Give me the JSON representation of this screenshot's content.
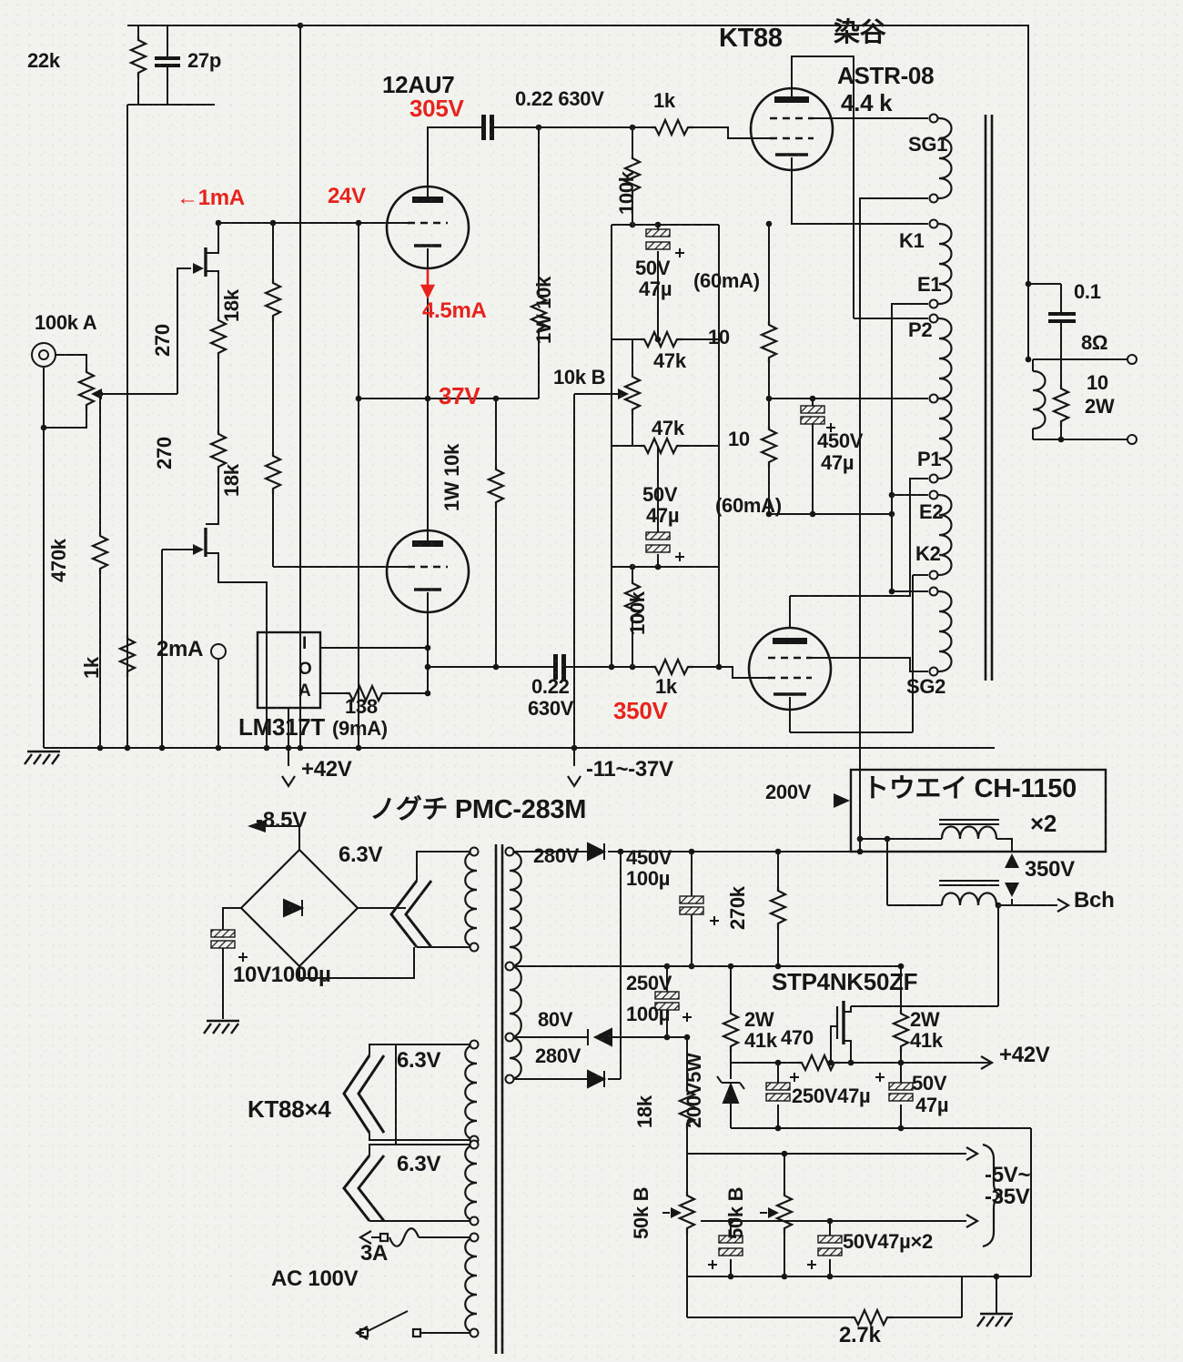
{
  "colors": {
    "ink": "#161616",
    "red": "#e8221c",
    "paper": "#f2f3ee"
  },
  "labels": {
    "t22k": "22k",
    "t27p": "27p",
    "t12au7": "12AU7",
    "t305v": "305V",
    "t022a": "0.22 630V",
    "t1ktop": "1k",
    "tkt88": "KT88",
    "tsomeya": "染谷",
    "tastr": "ASTR-08",
    "t44k": "4.4 k",
    "tsg1": "SG1",
    "t1ma": "←1mA",
    "t24v": "24V",
    "t45ma": "4.5mA",
    "t100krot": "100k",
    "t50v1": "50V",
    "t47u1": "47µ",
    "t60ma1": "(60mA)",
    "tk1": "K1",
    "te1": "E1",
    "t01": "0.1",
    "t8ohm": "8Ω",
    "tp2": "P2",
    "t10a": "10",
    "t10w": "10",
    "t2wa": "2W",
    "t100ka": "100k A",
    "r270a": "270",
    "r18ka": "18k",
    "r270b": "270",
    "r18kb": "18k",
    "t37v": "37V",
    "t10kb": "10k B",
    "t47ka": "47k",
    "t47kb": "47k",
    "t10b": "10",
    "t450vc": "450V",
    "t47uc": "47µ",
    "r1w10ka": "1W 10k",
    "r1w10kb": "1W 10k",
    "t60ma2": "(60mA)",
    "tp1": "P1",
    "te2": "E2",
    "tk2": "K2",
    "t50v2": "50V",
    "t47u2": "47µ",
    "r100k2": "100k",
    "r470k": "470k",
    "r1kl": "1k",
    "t2ma": "2mA",
    "tlm": "LM317T",
    "tlmI": "I",
    "tlmO": "O",
    "tlmA": "A",
    "t138": "138",
    "t9ma": "(9mA)",
    "t022b": "0.22",
    "t630b": "630V",
    "t1kb": "1k",
    "t350v": "350V",
    "tsg2": "SG2",
    "t42a": "+42V",
    "tbias": "-11~-37V",
    "t200v": "200V",
    "ttouei": "トウエイ CH-1150",
    "tx2": "×2",
    "t350b": "350V",
    "tbch": "Bch",
    "t85": "-8.5V",
    "tnoguchi": "ノグチ PMC-283M",
    "t63a": "6.3V",
    "t280a": "280V",
    "t450b": "450V",
    "t100ua": "100µ",
    "r270k": "270k",
    "t10v1000": "10V1000µ",
    "t250v": "250V",
    "t100ub": "100µ",
    "t80v": "80V",
    "t280b": "280V",
    "tstp": "STP4NK50ZF",
    "t2wl": "2W",
    "t41kl": "41k",
    "t470": "470",
    "t2wr": "2W",
    "t41kr": "41k",
    "t42b": "+42V",
    "r18k3": "18k",
    "r200v5w": "200V5W",
    "t250v47": "250V47µ",
    "t50v3": "50V",
    "t47u3": "47µ",
    "tkt884": "KT88×4",
    "t63b": "6.3V",
    "t63c": "6.3V",
    "t3a": "3A",
    "tac": "AC 100V",
    "r50kba": "50k B",
    "r50kbb": "50k B",
    "tm5": "-5V~",
    "tm35": "-35V",
    "t50v472": "50V47µ×2",
    "t27kb": "2.7k"
  }
}
